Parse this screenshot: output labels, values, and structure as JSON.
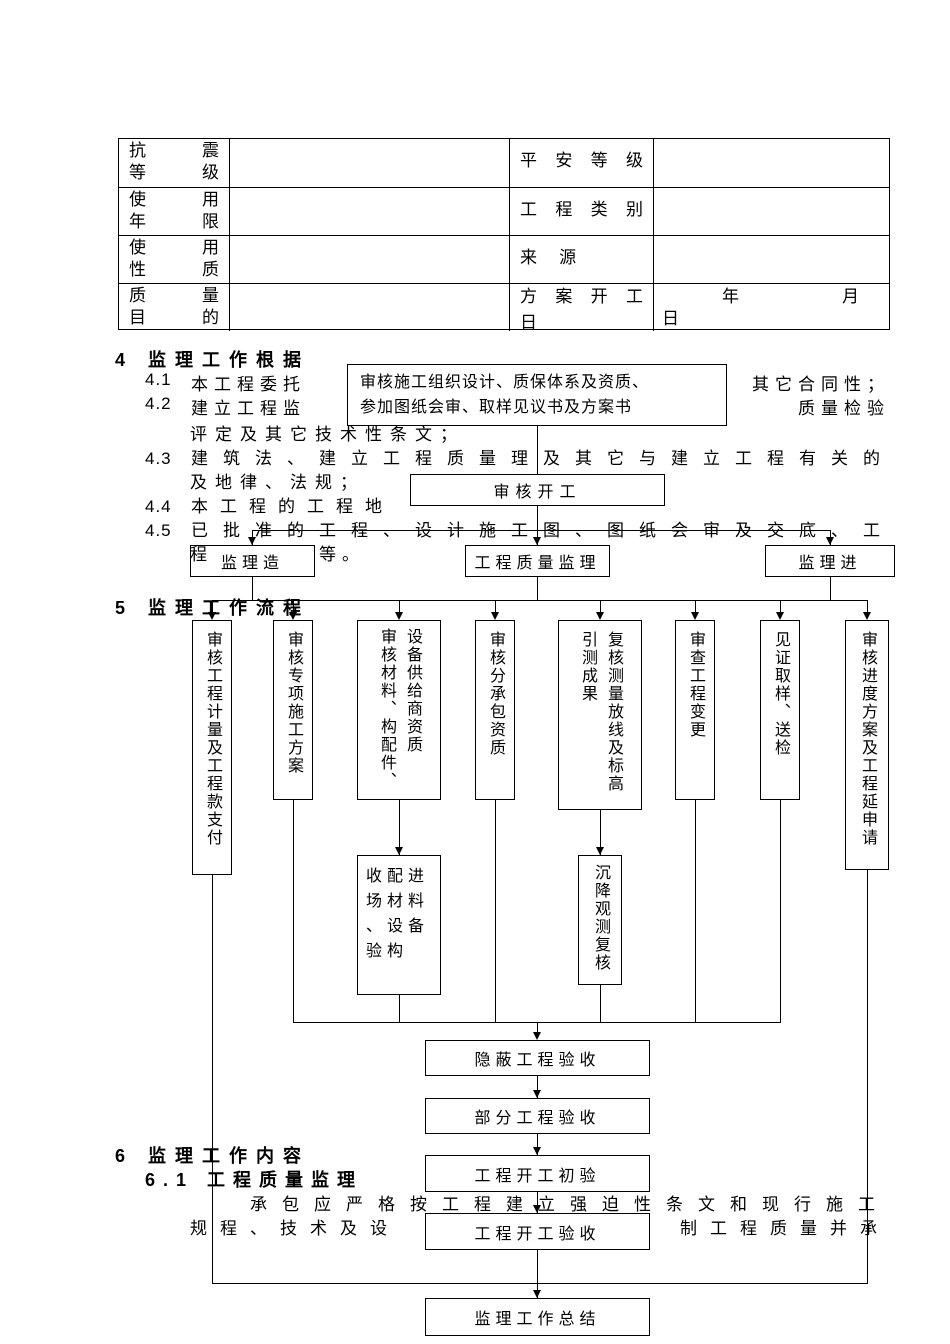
{
  "page": {
    "background": "#ffffff",
    "ink": "#000000"
  },
  "table": {
    "rows": [
      {
        "lla": "抗震",
        "llb": "等级",
        "lr": "平安等级",
        "value_left": "",
        "value_right": ""
      },
      {
        "lla": "使用",
        "llb": "年限",
        "lr": "工程类别",
        "value_left": "",
        "value_right": ""
      },
      {
        "lla": "使用",
        "llb": "性质",
        "lr": "来源",
        "value_left": "",
        "value_right": ""
      },
      {
        "lla": "质量",
        "llb": "目的",
        "lra": "方案开工",
        "lrb": "日",
        "year": "年",
        "month": "月",
        "day": "日"
      }
    ]
  },
  "section4": {
    "heading": "4  监理工作根据",
    "items": [
      {
        "num": "4.1",
        "left": "本工程委托",
        "right": "其它合同性；"
      },
      {
        "num": "4.2",
        "left": "建立工程监",
        "right": "质量检验"
      },
      {
        "cont": "评定及其它技术性条文；"
      },
      {
        "num": "4.3",
        "text": "建筑法、建立工程质量理及其它与建立工程有关的"
      },
      {
        "cont": "及地律、法规；"
      },
      {
        "num": "4.4",
        "text": "本工程的工程地"
      },
      {
        "num": "4.5",
        "text": "已批准的工程、设计施工图、图纸会审及交底、工"
      },
      {
        "tail_left": "程",
        "tail_right": "等。"
      }
    ]
  },
  "section5": {
    "heading": "5  监理工作流程"
  },
  "section6": {
    "heading": "6  监理工作内容",
    "subheading": "6.1  工程质量监理",
    "line1": "承包应严格按工程建立强迫性条文和现行施工",
    "line2_left": "规程、技术及设",
    "line2_right": "制工程质量并承"
  },
  "flowchart": {
    "top_box_line1": "审核施工组织设计、质保体系及资质、",
    "top_box_line2": "参加图纸会审、取样见议书及方案书",
    "start_approval": "审核开工",
    "branch_left": "监理造",
    "branch_center": "工程质量监理",
    "branch_right": "监理进",
    "columns": [
      "审核工程计量及工程款支付",
      "审核专项施工方案",
      "审核材料、构配件、设备供给商资质",
      "审核分承包资质",
      "复核测量放线及标高引测成果",
      "审查工程变更",
      "见证取样、送检",
      "审核进度方案及工程延申请"
    ],
    "sub_box_materials": "收配进场材料、设备验构",
    "sub_box_settlement": "沉降观测复核",
    "sequence": [
      "隐蔽工程验收",
      "部分工程验收",
      "工程开工初验",
      "工程开工验收",
      "监理工作总结"
    ]
  }
}
